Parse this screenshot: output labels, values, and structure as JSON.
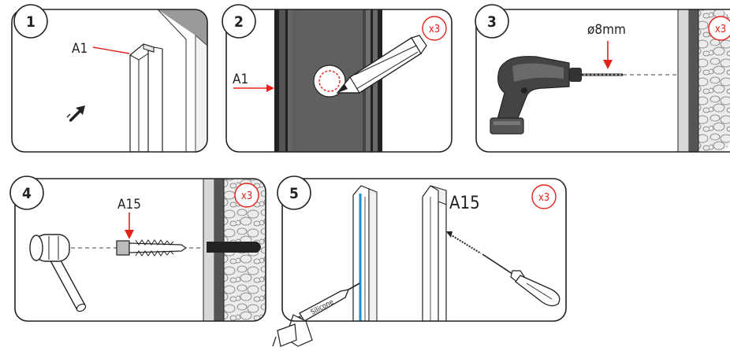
{
  "steps": [
    {
      "number": "1",
      "labels": {
        "part": "A1"
      }
    },
    {
      "number": "2",
      "labels": {
        "part": "A1",
        "qty": "x3"
      }
    },
    {
      "number": "3",
      "labels": {
        "drill_size": "ø8mm",
        "qty": "x3"
      }
    },
    {
      "number": "4",
      "labels": {
        "part": "A15",
        "qty": "x3"
      }
    },
    {
      "number": "5",
      "labels": {
        "part": "A15",
        "qty": "x3",
        "tube_text": "Silicone"
      }
    }
  ],
  "colors": {
    "accent_red": "#e2231a",
    "silicone_blue": "#1a8fd6",
    "panel_border": "#222222",
    "wall_gray": "#7a7a7a",
    "dark_gray": "#555555"
  }
}
